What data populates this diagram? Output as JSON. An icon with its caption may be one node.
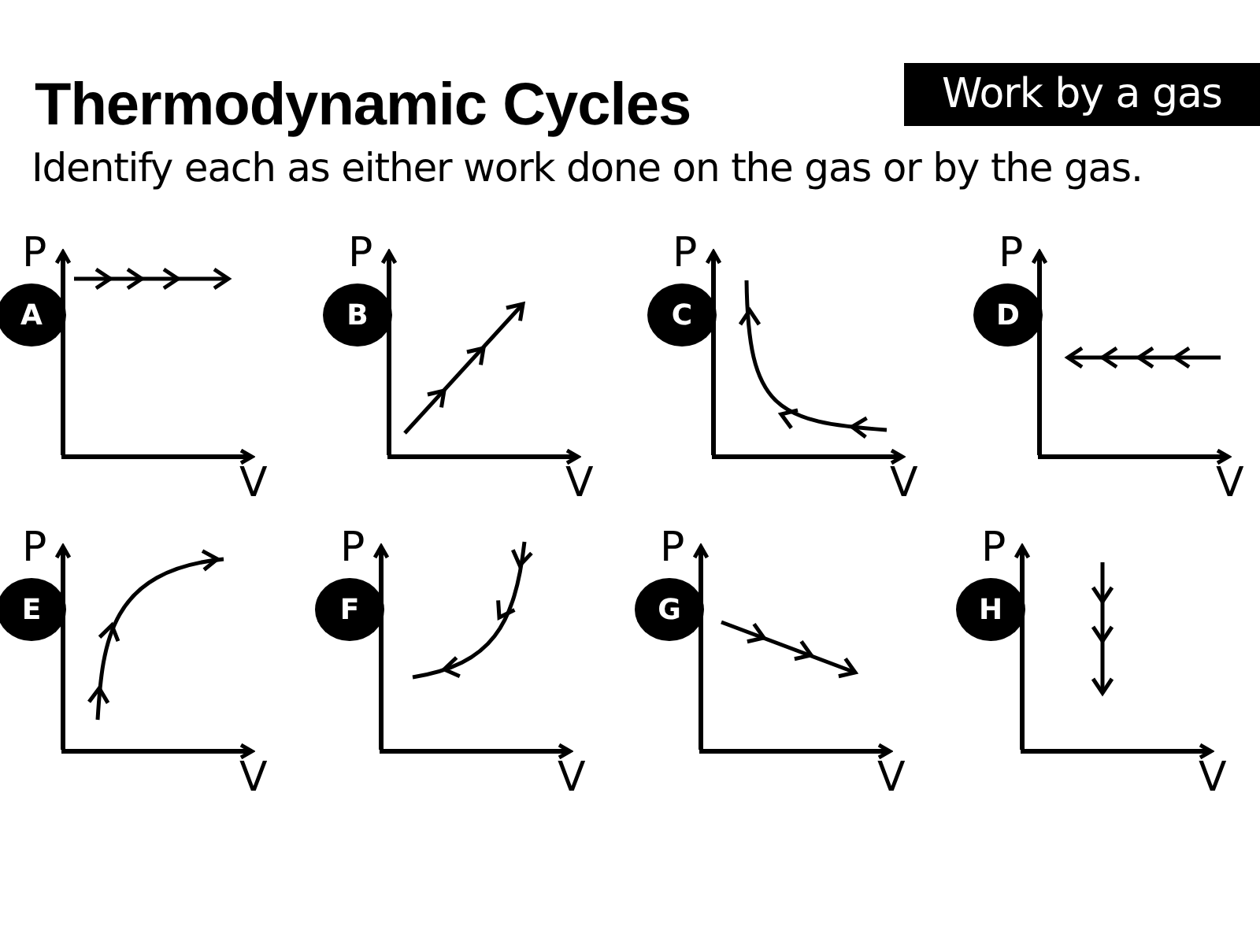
{
  "diagram": {
    "title": "Thermodynamic Cycles",
    "nodes": [
      {
        "text": [
          "Work by a gas"
        ]
      },
      {
        "text": [
          "A"
        ]
      },
      {
        "text": [
          "B"
        ]
      },
      {
        "text": [
          "C"
        ]
      },
      {
        "text": [
          "D"
        ]
      },
      {
        "text": [
          "E"
        ]
      },
      {
        "text": [
          "F"
        ]
      },
      {
        "text": [
          "G"
        ]
      },
      {
        "text": [
          "H"
        ]
      }
    ],
    "labels": [
      "Identify each as either work done on the gas or by the gas.",
      "P",
      "V",
      "P",
      "V",
      "P",
      "V",
      "P",
      "V",
      "P",
      "V",
      "P",
      "V",
      "P",
      "V",
      "P",
      "V"
    ]
  }
}
